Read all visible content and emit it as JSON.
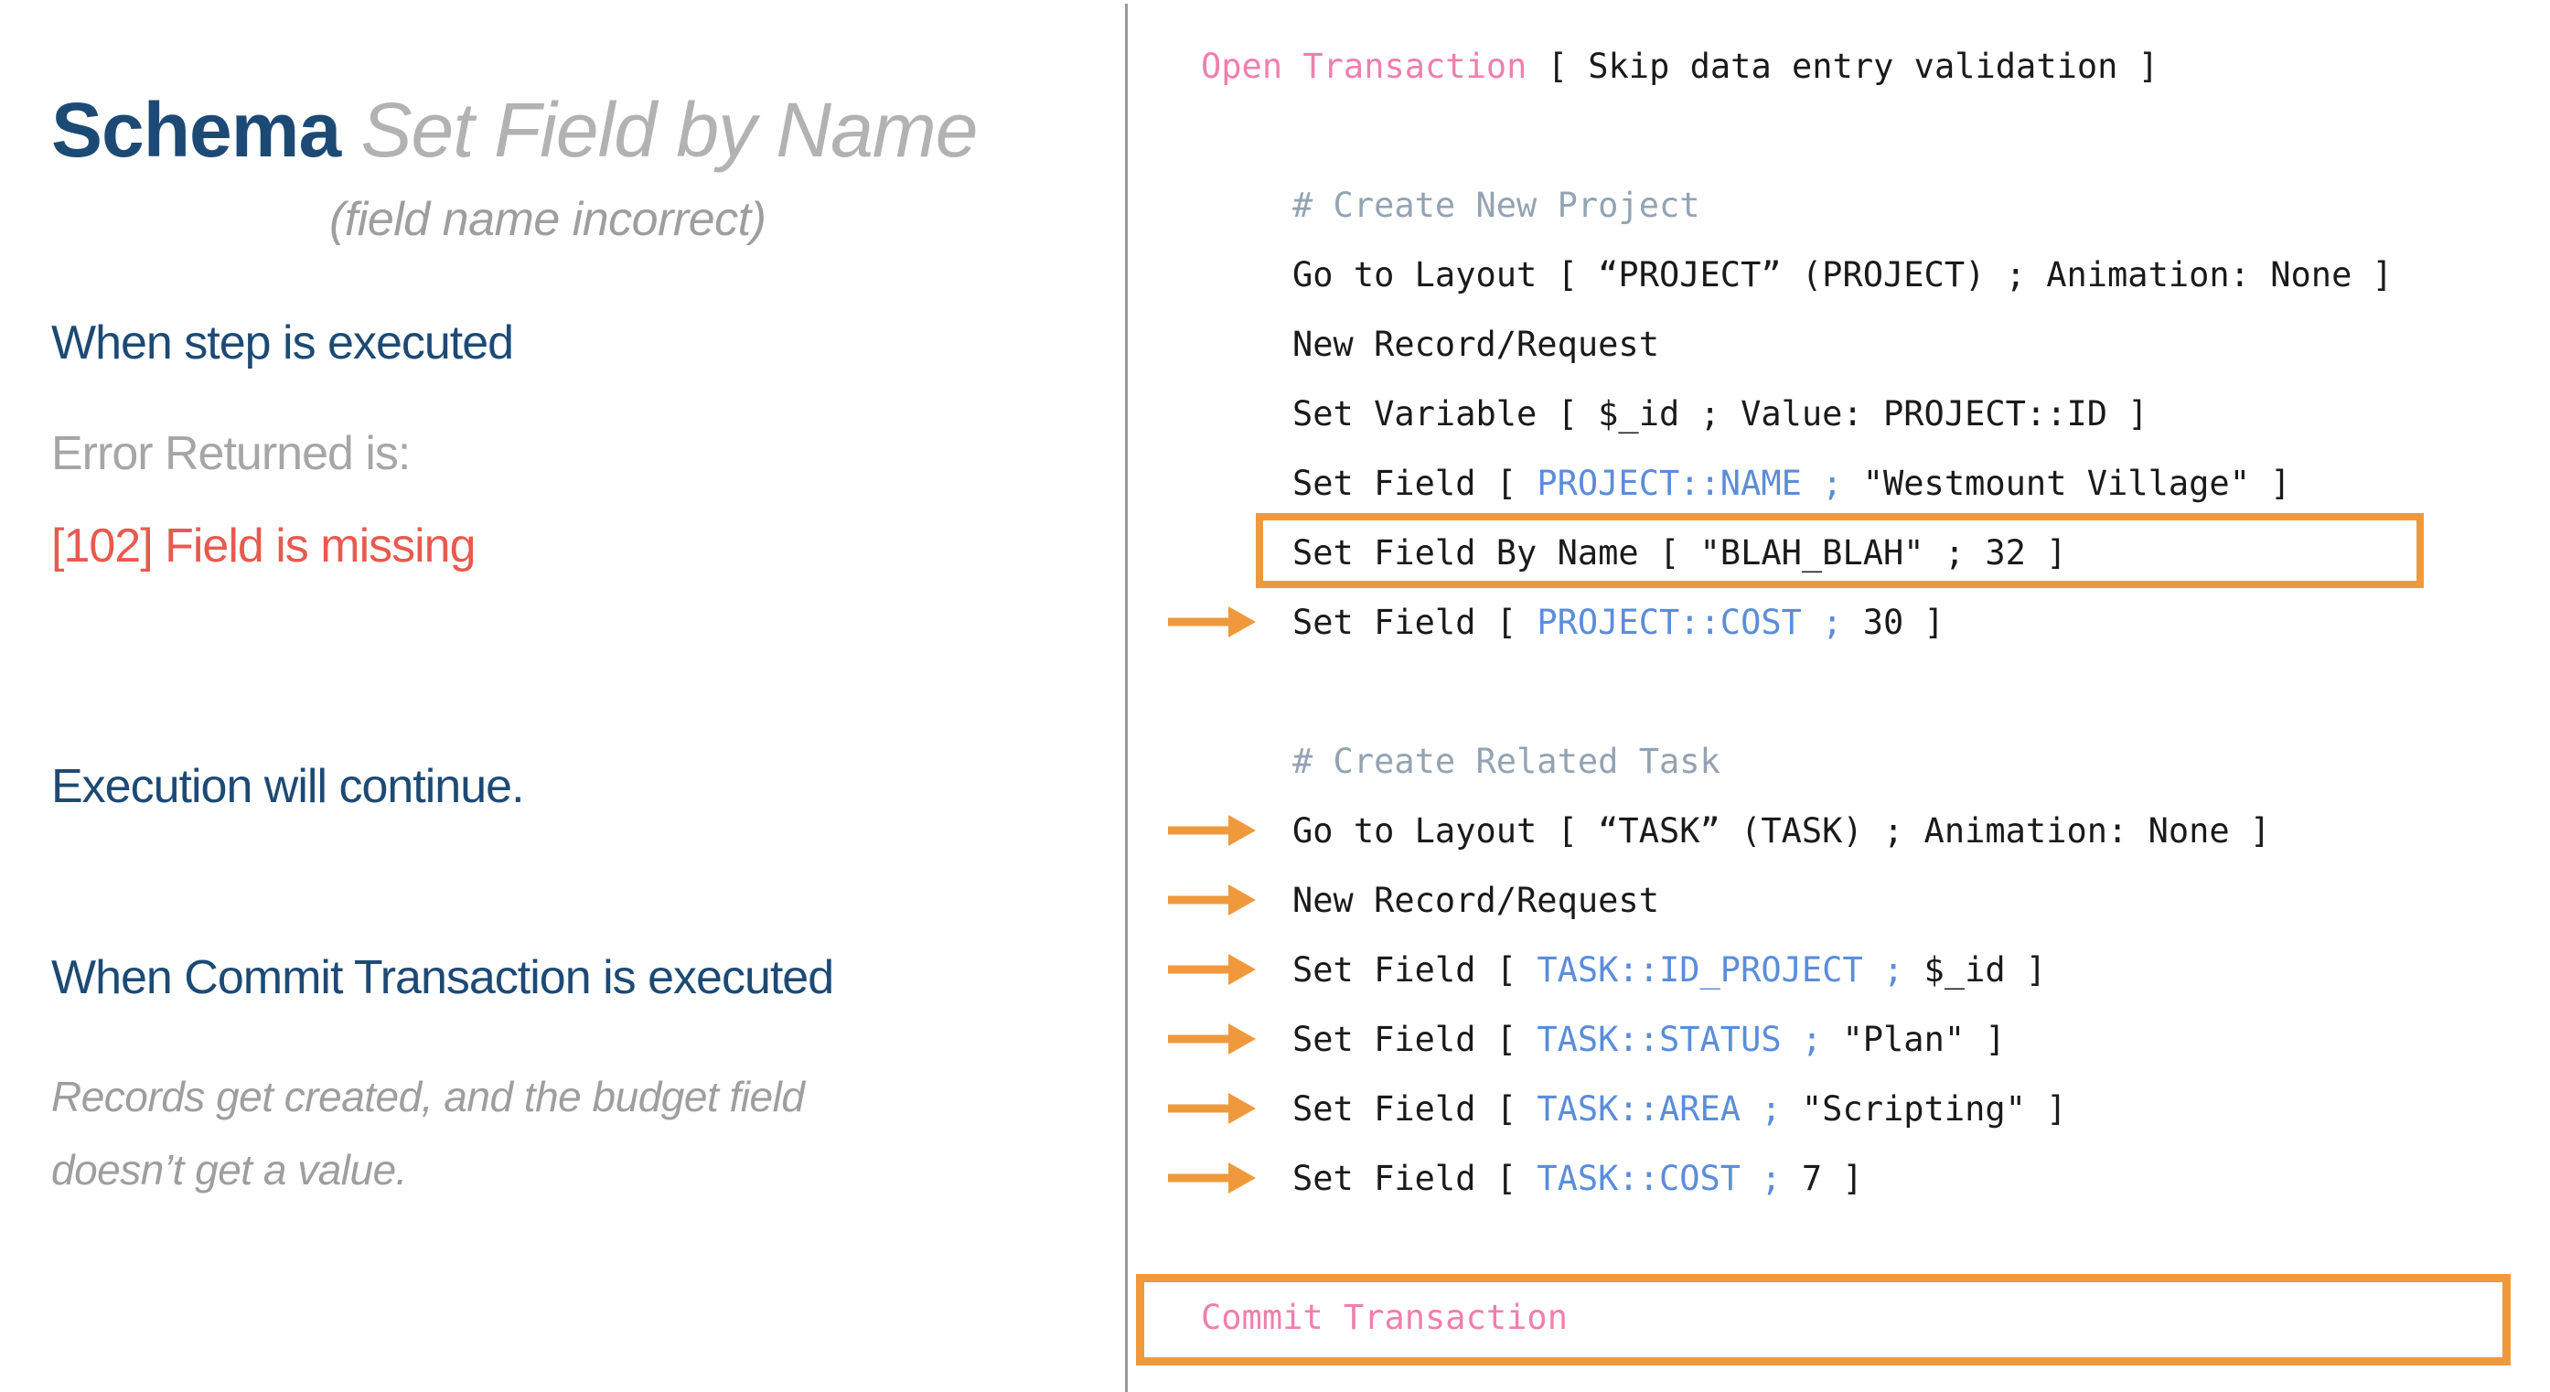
{
  "colors": {
    "navy": "#1d4a75",
    "title_gray": "#b2b2b2",
    "note_gray": "#9e9e9e",
    "label_gray": "#a6a6a6",
    "red": "#e85a4e",
    "pink": "#f07fad",
    "blue": "#5b8dd9",
    "comment": "#93a3b2",
    "orange": "#f0993c",
    "code_black": "#1a1a1a",
    "divider": "#9a9a9a"
  },
  "left": {
    "title_bold": "Schema",
    "title_italic": " Set Field by Name",
    "subtitle": "(field name incorrect)",
    "when_step_heading": "When step is executed",
    "error_label": "Error Returned is:",
    "error_value": "[102] Field is missing",
    "execution_heading": "Execution will continue.",
    "when_commit_heading": "When Commit Transaction is executed",
    "commit_note": "Records get created, and the budget field\ndoesn’t get a value."
  },
  "code": {
    "lines": [
      {
        "name": "open-transaction",
        "segments": [
          {
            "role": "step",
            "text": "Open Transaction"
          },
          {
            "role": "plain",
            "text": " [ Skip data entry validation ]"
          }
        ]
      },
      {
        "blank": true
      },
      {
        "indent": true,
        "name": "comment-create-new-project",
        "segments": [
          {
            "role": "comment",
            "text": "# Create New Project"
          }
        ]
      },
      {
        "indent": true,
        "name": "go-to-layout-project",
        "segments": [
          {
            "role": "plain",
            "text": "Go to Layout [ “PROJECT” (PROJECT) ; Animation: None ]"
          }
        ]
      },
      {
        "indent": true,
        "name": "new-record-request",
        "segments": [
          {
            "role": "plain",
            "text": "New Record/Request"
          }
        ]
      },
      {
        "indent": true,
        "name": "set-variable-id",
        "segments": [
          {
            "role": "plain",
            "text": "Set Variable [ $_id ; Value: PROJECT::ID ]"
          }
        ]
      },
      {
        "indent": true,
        "name": "set-field-project-name",
        "segments": [
          {
            "role": "plain",
            "text": "Set Field [ "
          },
          {
            "role": "field",
            "text": "PROJECT::NAME ;"
          },
          {
            "role": "plain",
            "text": " \"Westmount Village\" ]"
          }
        ]
      },
      {
        "indent": true,
        "box": "step",
        "name": "set-field-by-name",
        "segments": [
          {
            "role": "plain",
            "text": "Set Field By Name [ \"BLAH_BLAH\" ; 32 ]"
          }
        ]
      },
      {
        "indent": true,
        "arrow": true,
        "name": "set-field-project-cost",
        "segments": [
          {
            "role": "plain",
            "text": "Set Field [ "
          },
          {
            "role": "field",
            "text": "PROJECT::COST ;"
          },
          {
            "role": "plain",
            "text": " 30 ]"
          }
        ]
      },
      {
        "blank": true
      },
      {
        "indent": true,
        "name": "comment-create-related-task",
        "segments": [
          {
            "role": "comment",
            "text": "# Create Related Task"
          }
        ]
      },
      {
        "indent": true,
        "arrow": true,
        "name": "go-to-layout-task",
        "segments": [
          {
            "role": "plain",
            "text": "Go to Layout [ “TASK” (TASK) ; Animation: None ]"
          }
        ]
      },
      {
        "indent": true,
        "arrow": true,
        "name": "new-record-request-task",
        "segments": [
          {
            "role": "plain",
            "text": "New Record/Request"
          }
        ]
      },
      {
        "indent": true,
        "arrow": true,
        "name": "set-field-task-id-project",
        "segments": [
          {
            "role": "plain",
            "text": "Set Field [ "
          },
          {
            "role": "field",
            "text": "TASK::ID_PROJECT ;"
          },
          {
            "role": "plain",
            "text": " $_id ]"
          }
        ]
      },
      {
        "indent": true,
        "arrow": true,
        "name": "set-field-task-status",
        "segments": [
          {
            "role": "plain",
            "text": "Set Field [ "
          },
          {
            "role": "field",
            "text": "TASK::STATUS ;"
          },
          {
            "role": "plain",
            "text": " \"Plan\" ]"
          }
        ]
      },
      {
        "indent": true,
        "arrow": true,
        "name": "set-field-task-area",
        "segments": [
          {
            "role": "plain",
            "text": "Set Field [ "
          },
          {
            "role": "field",
            "text": "TASK::AREA ;"
          },
          {
            "role": "plain",
            "text": " \"Scripting\" ]"
          }
        ]
      },
      {
        "indent": true,
        "arrow": true,
        "name": "set-field-task-cost",
        "segments": [
          {
            "role": "plain",
            "text": "Set Field [ "
          },
          {
            "role": "field",
            "text": "TASK::COST ;"
          },
          {
            "role": "plain",
            "text": " 7 ]"
          }
        ]
      },
      {
        "blank": true
      },
      {
        "box": "commit",
        "name": "commit-transaction",
        "segments": [
          {
            "role": "step",
            "text": "Commit Transaction"
          }
        ]
      }
    ]
  }
}
